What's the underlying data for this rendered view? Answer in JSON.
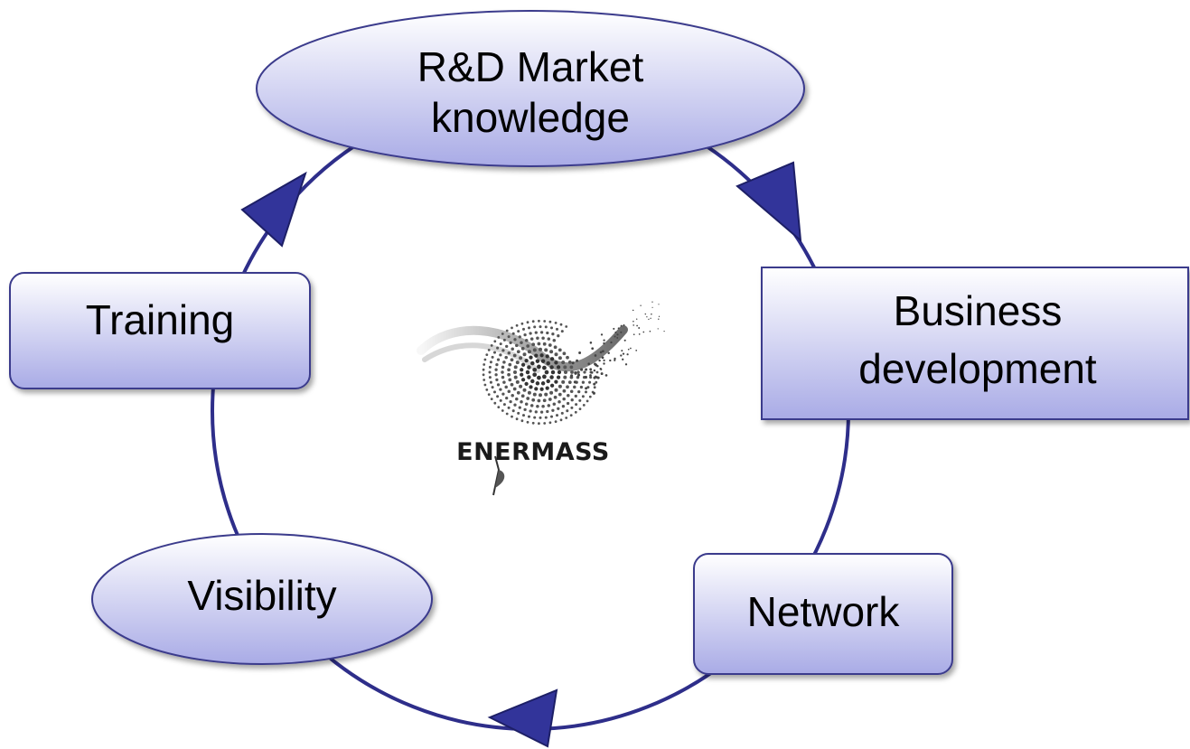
{
  "diagram": {
    "colors": {
      "cycle_line": "#2e2e8a",
      "arrowhead": "#32349a",
      "node_fill_top": "#ffffff",
      "node_fill_bottom": "#a9abe6",
      "node_border": "#3a3a8c"
    },
    "nodes": {
      "rd": {
        "line1": "R&D Market",
        "line2": "knowledge"
      },
      "business": {
        "line1": "Business",
        "line2": "development"
      },
      "network": {
        "label": "Network"
      },
      "visibility": {
        "label": "Visibility"
      },
      "training": {
        "label": "Training"
      }
    },
    "logo": {
      "text": "ENERMASS",
      "icon": "dotted-swirl-logo-icon"
    }
  }
}
